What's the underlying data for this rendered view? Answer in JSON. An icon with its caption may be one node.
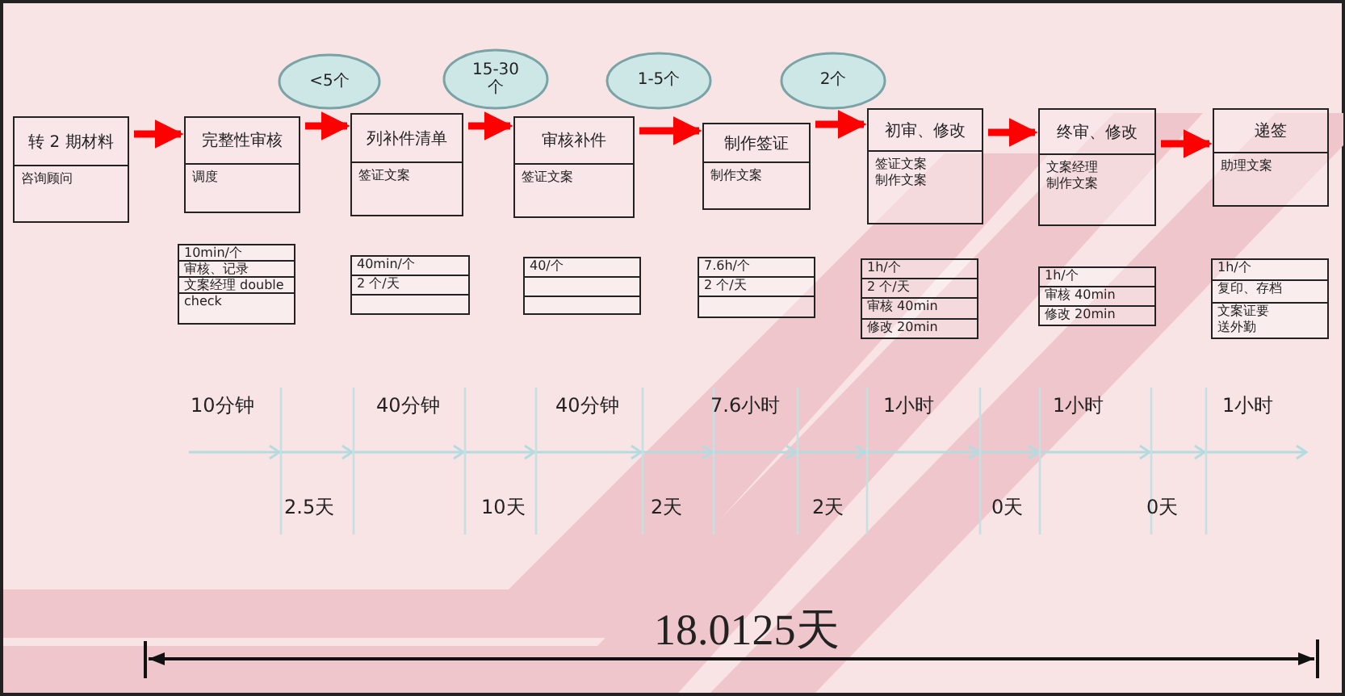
{
  "diagram": {
    "nodes": [
      {
        "text": [
          "转 2 期材料",
          "咨询顾问"
        ]
      },
      {
        "text": [
          "完整性审核",
          "调度"
        ]
      },
      {
        "text": [
          "列补件清单",
          "签证文案"
        ]
      },
      {
        "text": [
          "审核补件",
          "签证文案"
        ]
      },
      {
        "text": [
          "制作签证",
          "制作文案"
        ]
      },
      {
        "text": [
          "初审、修改",
          "签证文案",
          "制作文案"
        ]
      },
      {
        "text": [
          "终审、修改",
          "文案经理",
          "制作文案"
        ]
      },
      {
        "text": [
          "递签",
          "助理文案"
        ]
      },
      {
        "text": [
          "<5个"
        ]
      },
      {
        "text": [
          "15-30 个"
        ]
      },
      {
        "text": [
          "1-5个"
        ]
      },
      {
        "text": [
          "2个"
        ]
      },
      {
        "text": [
          "10min/个",
          "审核、记录",
          "文案经理 double check"
        ]
      },
      {
        "text": [
          "40min/个",
          "2 个/天"
        ]
      },
      {
        "text": [
          "40/个"
        ]
      },
      {
        "text": [
          "7.6h/个",
          "2 个/天"
        ]
      },
      {
        "text": [
          "1h/个",
          "2 个/天",
          "审核 40min",
          "修改 20min"
        ]
      },
      {
        "text": [
          "1h/个",
          "审核 40min",
          "修改 20min"
        ]
      },
      {
        "text": [
          "1h/个",
          "复印、存档",
          "文案证要送外勤"
        ]
      }
    ],
    "edges": [
      {
        "from": 0,
        "to": 1,
        "arrow": "to"
      },
      {
        "from": 1,
        "to": 2,
        "arrow": "to"
      },
      {
        "from": 2,
        "to": 3,
        "arrow": "to"
      },
      {
        "from": 3,
        "to": 4,
        "arrow": "to"
      },
      {
        "from": 4,
        "to": 5,
        "arrow": "to"
      },
      {
        "from": 5,
        "to": 6,
        "arrow": "to"
      },
      {
        "from": 6,
        "to": 7,
        "arrow": "to"
      }
    ],
    "labels": [
      "10分钟",
      "40分钟",
      "40分钟",
      "7.6小时",
      "1小时",
      "1小时",
      "1小时",
      "2.5天",
      "10天",
      "2天",
      "2天",
      "0天",
      "0天",
      "18.0125天"
    ]
  }
}
